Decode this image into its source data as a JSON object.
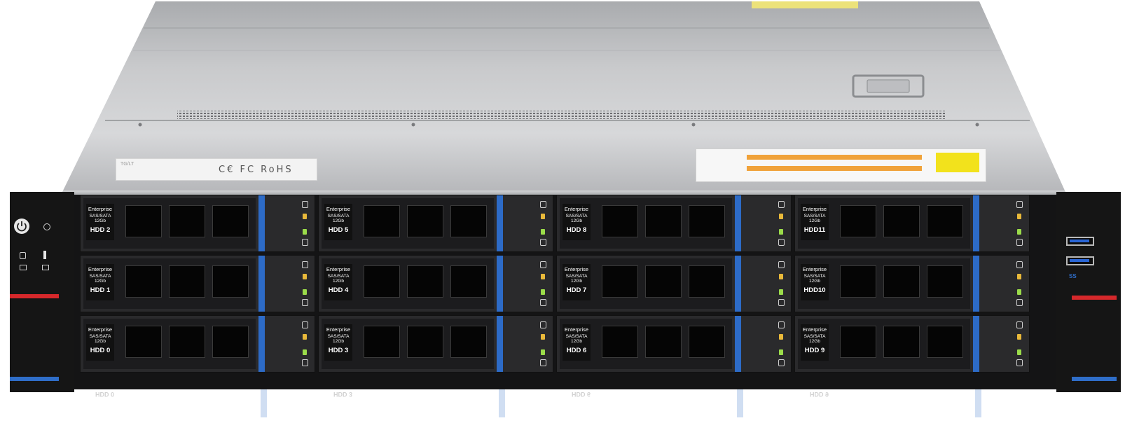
{
  "product": {
    "lid_label": {
      "marks": "C€ FC RoHS",
      "small": "TG/LT"
    },
    "drive_spec": {
      "line1": "Enterprise",
      "line2": "SAS/SATA",
      "line3": "12Gb"
    },
    "drives": [
      {
        "label": "HDD 2"
      },
      {
        "label": "HDD 5"
      },
      {
        "label": "HDD 8"
      },
      {
        "label": "HDD11"
      },
      {
        "label": "HDD 1"
      },
      {
        "label": "HDD 4"
      },
      {
        "label": "HDD 7"
      },
      {
        "label": "HDD10"
      },
      {
        "label": "HDD 0"
      },
      {
        "label": "HDD 3"
      },
      {
        "label": "HDD 6"
      },
      {
        "label": "HDD 9"
      }
    ],
    "ports": {
      "usb_logo": "SS"
    },
    "colors": {
      "chassis": "#1a1a1a",
      "latch_blue": "#2d6bc7",
      "accent_red": "#d6282b",
      "lid": "#c8c9cb"
    }
  }
}
